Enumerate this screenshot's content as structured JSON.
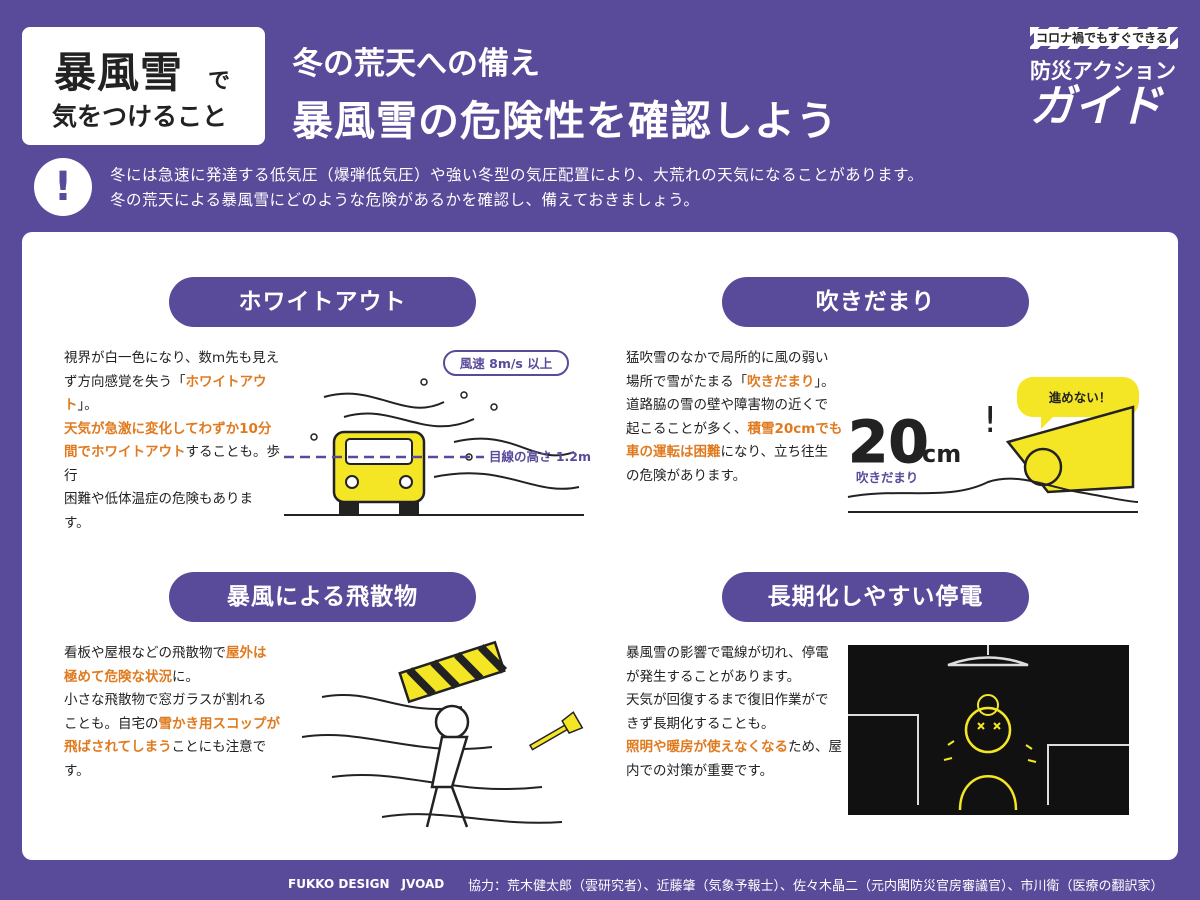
{
  "header": {
    "title_big": "暴風雪",
    "title_de": "で",
    "title_sub": "気をつけること",
    "subtitle": "冬の荒天への備え",
    "main_title": "暴風雪の危険性を確認しよう"
  },
  "logo": {
    "line1": "コロナ禍でもすぐできる",
    "line2": "防災アクション",
    "line3": "ガイド"
  },
  "alert_icon": "!",
  "intro": {
    "line1": "冬には急速に発達する低気圧（爆弾低気圧）や強い冬型の気圧配置により、大荒れの天気になることがあります。",
    "line2": "冬の荒天による暴風雪にどのような危険があるかを確認し、備えておきましょう。"
  },
  "sections": [
    {
      "title": "ホワイトアウト",
      "lines": [
        [
          {
            "t": "視界が白一色になり、数m先も見え"
          }
        ],
        [
          {
            "t": "ず方向感覚を失う「"
          },
          {
            "t": "ホワイトアウト",
            "hl": true
          },
          {
            "t": "」。"
          }
        ],
        [
          {
            "t": "天気が急激に変化してわずか10分",
            "hl": true
          }
        ],
        [
          {
            "t": "間でホワイトアウト",
            "hl": true
          },
          {
            "t": "することも。歩行"
          }
        ],
        [
          {
            "t": "困難や低体温症の危険もありま"
          }
        ],
        [
          {
            "t": "す。"
          }
        ]
      ],
      "wind_label": "風速 8m/s 以上",
      "eye_label": "目線の高さ 1.2m"
    },
    {
      "title": "吹きだまり",
      "lines": [
        [
          {
            "t": "猛吹雪のなかで局所的に風の弱い"
          }
        ],
        [
          {
            "t": "場所で雪がたまる「"
          },
          {
            "t": "吹きだまり",
            "hl": true
          },
          {
            "t": "」。"
          }
        ],
        [
          {
            "t": "道路脇の雪の壁や障害物の近くで"
          }
        ],
        [
          {
            "t": "起こることが多く、"
          },
          {
            "t": "積雪20cmでも",
            "hl": true
          }
        ],
        [
          {
            "t": "車の運転は困難",
            "hl": true
          },
          {
            "t": "になり、立ち往生"
          }
        ],
        [
          {
            "t": "の危険があります。"
          }
        ]
      ],
      "depth": "20",
      "unit": "cm",
      "drift_label": "吹きだまり",
      "speech": "進めない！",
      "exclaim": "!"
    },
    {
      "title": "暴風による飛散物",
      "lines": [
        [
          {
            "t": "看板や屋根などの飛散物で"
          },
          {
            "t": "屋外は",
            "hl": true
          }
        ],
        [
          {
            "t": "極めて危険な状況",
            "hl": true
          },
          {
            "t": "に。"
          }
        ],
        [
          {
            "t": "小さな飛散物で窓ガラスが割れる"
          }
        ],
        [
          {
            "t": "ことも。自宅の"
          },
          {
            "t": "雪かき用スコップが",
            "hl": true
          }
        ],
        [
          {
            "t": "飛ばされてしまう",
            "hl": true
          },
          {
            "t": "ことにも注意で"
          }
        ],
        [
          {
            "t": "す。"
          }
        ]
      ]
    },
    {
      "title": "長期化しやすい停電",
      "lines": [
        [
          {
            "t": "暴風雪の影響で電線が切れ、停電"
          }
        ],
        [
          {
            "t": "が発生することがあります。"
          }
        ],
        [
          {
            "t": "天気が回復するまで復旧作業がで"
          }
        ],
        [
          {
            "t": "きず長期化することも。"
          }
        ],
        [
          {
            "t": "照明や暖房が使えなくなる",
            "hl": true
          },
          {
            "t": "ため、屋"
          }
        ],
        [
          {
            "t": "内での対策が重要です。"
          }
        ]
      ]
    }
  ],
  "footer": {
    "brands": "FUKKO DESIGN　JVOAD",
    "credit": "協力：荒木健太郎（雲研究者）、近藤肇（気象予報士）、佐々木晶二（元内閣防災官房審議官）、市川衛（医療の翻訳家）"
  },
  "colors": {
    "purple": "#5a4a9a",
    "orange": "#e07a1f",
    "yellow": "#f5e625"
  }
}
